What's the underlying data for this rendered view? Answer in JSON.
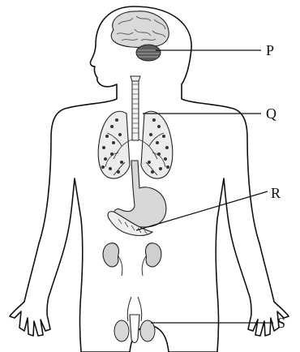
{
  "labels": {
    "p": "P",
    "q": "Q",
    "r": "R",
    "s": "S"
  },
  "colors": {
    "outline": "#111111",
    "organ_fill": "#d4d4d4",
    "organ_dark": "#7a7a7a",
    "background": "#ffffff"
  }
}
